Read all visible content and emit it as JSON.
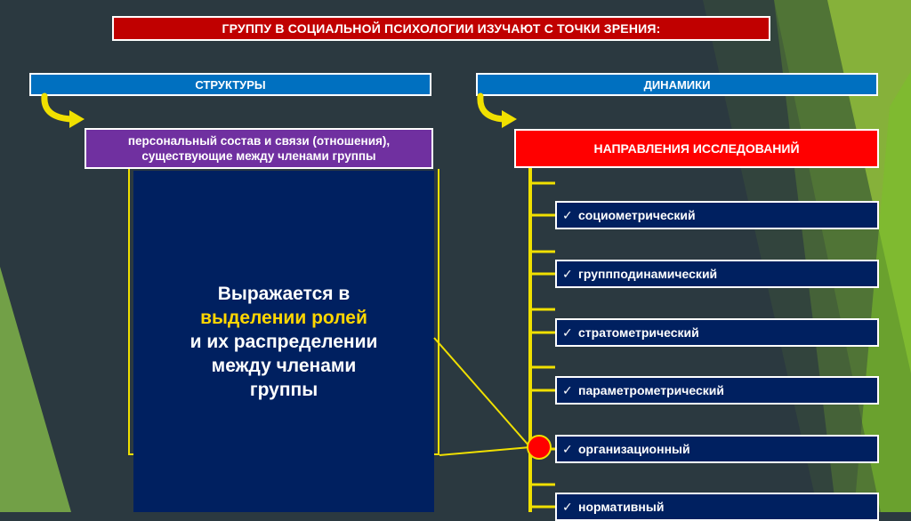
{
  "title": "ГРУППУ В СОЦИАЛЬНОЙ ПСИХОЛОГИИ ИЗУЧАЮТ С ТОЧКИ ЗРЕНИЯ:",
  "structure": {
    "heading": "СТРУКТУРЫ",
    "description_line1": "персональный состав и связи (отношения),",
    "description_line2": "существующие между членами группы",
    "role": {
      "line1": "Выражается в",
      "line2": "выделении ролей",
      "line3": "и их распределении",
      "line4": "между членами",
      "line5": "группы"
    }
  },
  "dynamics": {
    "heading": "ДИНАМИКИ",
    "research_heading": "НАПРАВЛЕНИЯ ИССЛЕДОВАНИЙ",
    "items": [
      {
        "label": "социометрический"
      },
      {
        "label": "группподинамический"
      },
      {
        "label": "стратометрический"
      },
      {
        "label": "параметрометрический"
      },
      {
        "label": "организационный"
      },
      {
        "label": "нормативный"
      }
    ]
  },
  "icons": {
    "check": "✓"
  },
  "colors": {
    "background": "#2b3940",
    "title_bar": "#c00000",
    "heading_blue": "#0070c0",
    "description_purple": "#7030a0",
    "navy": "#002060",
    "research_red": "#ff0000",
    "connector_yellow": "#f0e000",
    "accent_green": "#8bc34a"
  }
}
